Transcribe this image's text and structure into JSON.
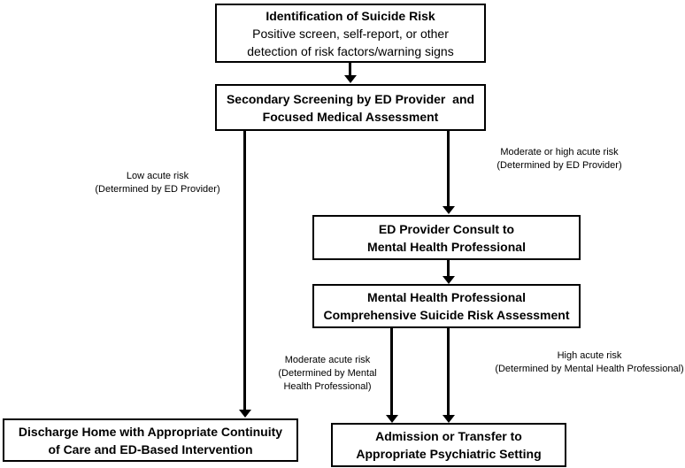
{
  "figure": {
    "background_color": "#ffffff",
    "line_color": "#000000",
    "type": "flowchart"
  },
  "boxes": {
    "identification": {
      "title": "Identification of Suicide Risk",
      "line1": "Positive screen, self-report, or other",
      "line2": "detection of risk factors/warning signs"
    },
    "secondary_screening": {
      "line1": "Secondary Screening by ED Provider  and",
      "line2": "Focused Medical Assessment"
    },
    "consult": {
      "line1": "ED Provider Consult to",
      "line2": "Mental Health Professional"
    },
    "comprehensive_assessment": {
      "line1": "Mental Health Professional",
      "line2": "Comprehensive Suicide Risk Assessment"
    },
    "discharge": {
      "line1": "Discharge Home with Appropriate Continuity",
      "line2": "of Care and ED-Based Intervention"
    },
    "admission": {
      "line1": "Admission or Transfer to",
      "line2": "Appropriate Psychiatric Setting"
    }
  },
  "edge_labels": {
    "low_risk": {
      "line1": "Low acute risk",
      "line2": "(Determined by ED Provider)"
    },
    "moderate_high_risk": {
      "line1": "Moderate or high acute risk",
      "line2": "(Determined by ED Provider)"
    },
    "moderate_risk": {
      "line1": "Moderate acute risk",
      "line2": "(Determined by Mental",
      "line3": "Health Professional)"
    },
    "high_risk": {
      "line1": "High acute risk",
      "line2": "(Determined by Mental Health Professional)"
    }
  }
}
